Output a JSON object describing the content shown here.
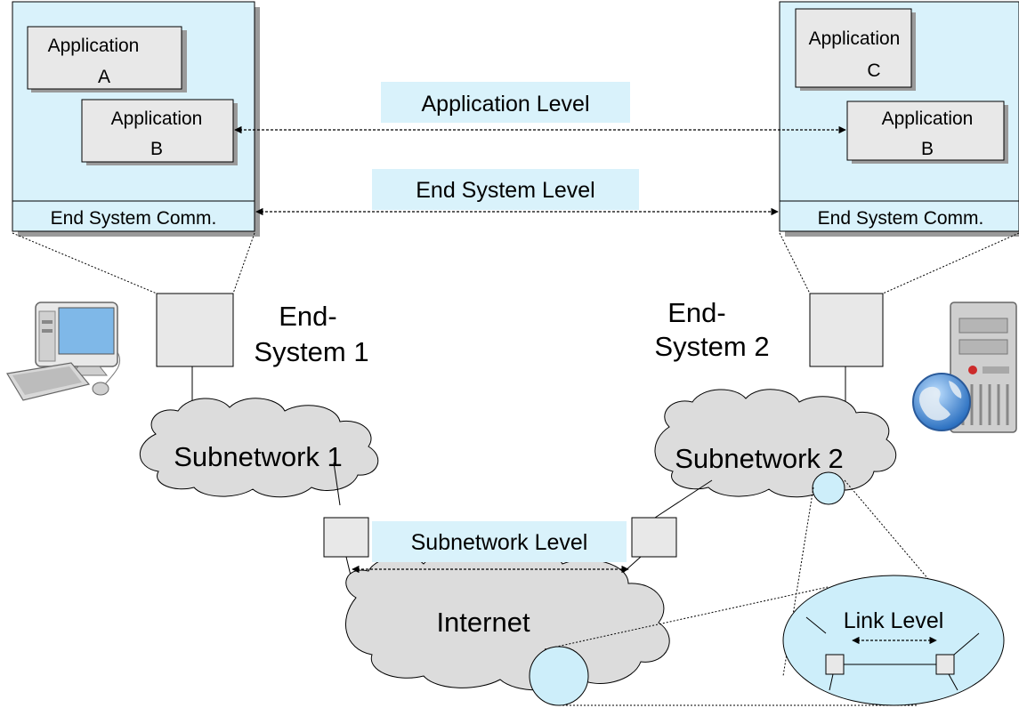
{
  "colors": {
    "system_box": "#d9f2fb",
    "app_box": "#e8e8e8",
    "cloud": "#dcdcdc",
    "level_label_bg": "#d9f2fb",
    "link_node": "#cdeefa"
  },
  "left_system": {
    "app_a": {
      "line1": "Application",
      "line2": "A"
    },
    "app_b": {
      "line1": "Application",
      "line2": "B"
    },
    "comm": "End System Comm."
  },
  "right_system": {
    "app_c": {
      "line1": "Application",
      "line2": "C"
    },
    "app_b": {
      "line1": "Application",
      "line2": "B"
    },
    "comm": "End System Comm."
  },
  "levels": {
    "application": "Application Level",
    "end_system": "End System Level",
    "subnetwork": "Subnetwork Level",
    "link": "Link Level"
  },
  "end_system_1": {
    "line1": "End-",
    "line2": "System 1"
  },
  "end_system_2": {
    "line1": "End-",
    "line2": "System 2"
  },
  "subnetwork_1": "Subnetwork 1",
  "subnetwork_2": "Subnetwork 2",
  "internet": "Internet",
  "icons": {
    "left": "desktop-computer-icon",
    "right": "web-server-icon"
  }
}
